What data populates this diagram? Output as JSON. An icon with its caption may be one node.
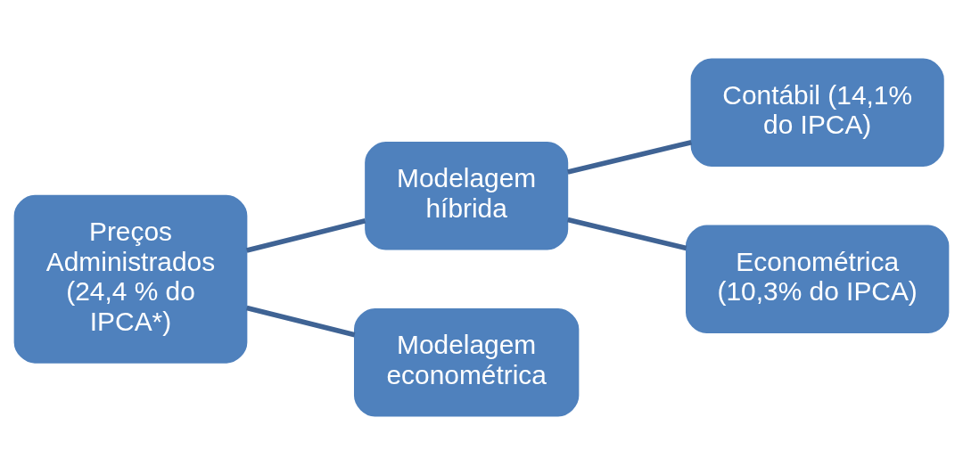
{
  "diagram": {
    "nodes": [
      {
        "text": [
          "Preços Administrados (24,4 % do IPCA*)"
        ]
      },
      {
        "text": [
          "Modelagem híbrida"
        ]
      },
      {
        "text": [
          "Contábil (14,1% do IPCA)"
        ]
      },
      {
        "text": [
          "Econométrica (10,3% do IPCA)"
        ]
      },
      {
        "text": [
          "Modelagem econométrica"
        ]
      }
    ],
    "edges": [
      {
        "from": 0,
        "to": 1,
        "arrow": "none"
      },
      {
        "from": 0,
        "to": 4,
        "arrow": "none"
      },
      {
        "from": 1,
        "to": 2,
        "arrow": "none"
      },
      {
        "from": 1,
        "to": 3,
        "arrow": "none"
      }
    ]
  }
}
